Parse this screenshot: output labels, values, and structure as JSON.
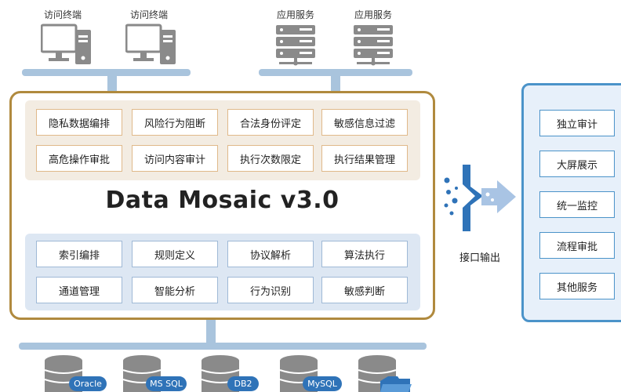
{
  "clients": [
    {
      "label": "访问终端",
      "icon": "desktop-computer-icon"
    },
    {
      "label": "访问终端",
      "icon": "desktop-computer-icon"
    }
  ],
  "servers": [
    {
      "label": "应用服务",
      "icon": "server-rack-icon"
    },
    {
      "label": "应用服务",
      "icon": "server-rack-icon"
    }
  ],
  "product": {
    "title": "Data Mosaic v3.0"
  },
  "top_modules": [
    "隐私数据编排",
    "风险行为阻断",
    "合法身份评定",
    "敏感信息过滤",
    "高危操作审批",
    "访问内容审计",
    "执行次数限定",
    "执行结果管理"
  ],
  "bottom_modules": [
    "索引编排",
    "规则定义",
    "协议解析",
    "算法执行",
    "通道管理",
    "智能分析",
    "行为识别",
    "敏感判断"
  ],
  "interface": {
    "label": "接口输出",
    "icon": "data-output-arrow-icon"
  },
  "outputs": [
    "独立审计",
    "大屏展示",
    "统一监控",
    "流程审批",
    "其他服务"
  ],
  "databases": [
    {
      "label": "Oracle",
      "icon": "database-icon"
    },
    {
      "label": "MS SQL",
      "icon": "database-icon"
    },
    {
      "label": "DB2",
      "icon": "database-icon"
    },
    {
      "label": "MySQL",
      "icon": "database-icon"
    },
    {
      "label": "",
      "icon": "database-folder-icon"
    }
  ],
  "colors": {
    "accent_gold": "#b08a3e",
    "accent_blue": "#4b93c9",
    "pill_blue": "#2f73b8",
    "connector": "#a9c4dd"
  }
}
